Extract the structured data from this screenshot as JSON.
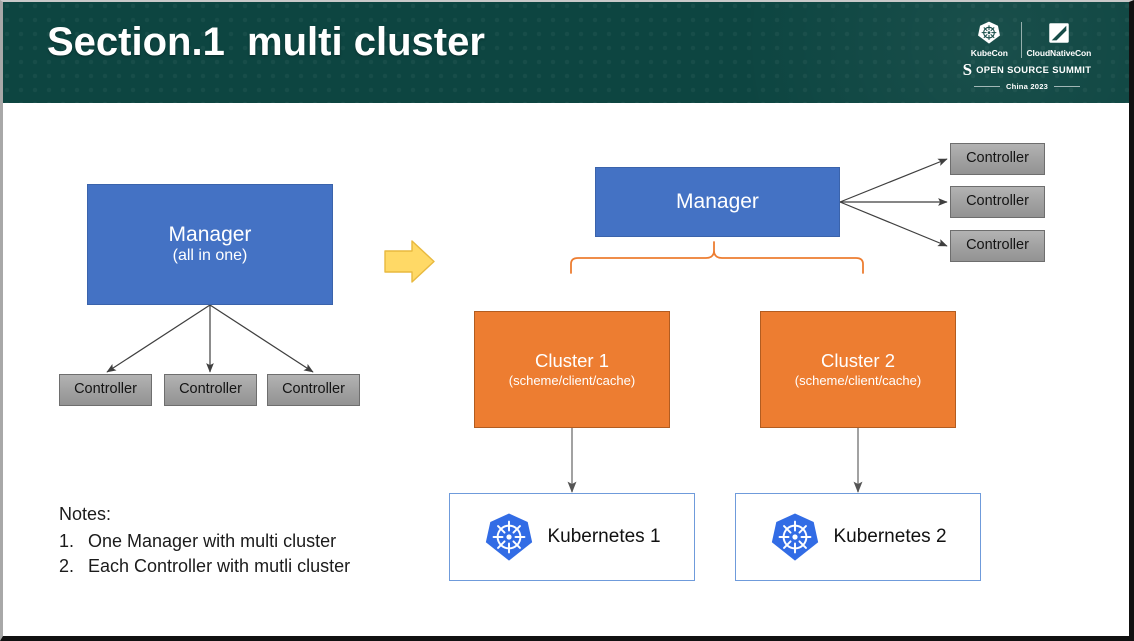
{
  "slide": {
    "title": "Section.1  multi cluster",
    "header_color": "#0d4541",
    "accent_blue": "#4472c4",
    "accent_orange": "#ed7d31",
    "accent_gray": "#a5a5a5",
    "accent_yellow": "#ffd966",
    "k8s_blue": "#326ce5"
  },
  "logo": {
    "kubecon": "KubeCon",
    "cloudnativecon": "CloudNativeCon",
    "summit_mark": "S",
    "summit": "OPEN SOURCE SUMMIT",
    "year": "China 2023"
  },
  "left_diagram": {
    "manager": {
      "title": "Manager",
      "subtitle": "(all in one)"
    },
    "controllers": [
      {
        "label": "Controller"
      },
      {
        "label": "Controller"
      },
      {
        "label": "Controller"
      }
    ]
  },
  "transition": {
    "icon": "right-arrow-icon"
  },
  "right_diagram": {
    "manager": {
      "title": "Manager"
    },
    "controllers": [
      {
        "label": "Controller"
      },
      {
        "label": "Controller"
      },
      {
        "label": "Controller"
      }
    ],
    "clusters": [
      {
        "title": "Cluster 1",
        "subtitle": "(scheme/client/cache)"
      },
      {
        "title": "Cluster 2",
        "subtitle": "(scheme/client/cache)"
      }
    ],
    "kubernetes": [
      {
        "label": "Kubernetes 1",
        "icon": "kubernetes-icon"
      },
      {
        "label": "Kubernetes 2",
        "icon": "kubernetes-icon"
      }
    ]
  },
  "notes": {
    "title": "Notes:",
    "items": [
      {
        "num": "1.",
        "text": "One Manager with multi cluster"
      },
      {
        "num": "2.",
        "text": "Each Controller with mutli cluster"
      }
    ]
  }
}
